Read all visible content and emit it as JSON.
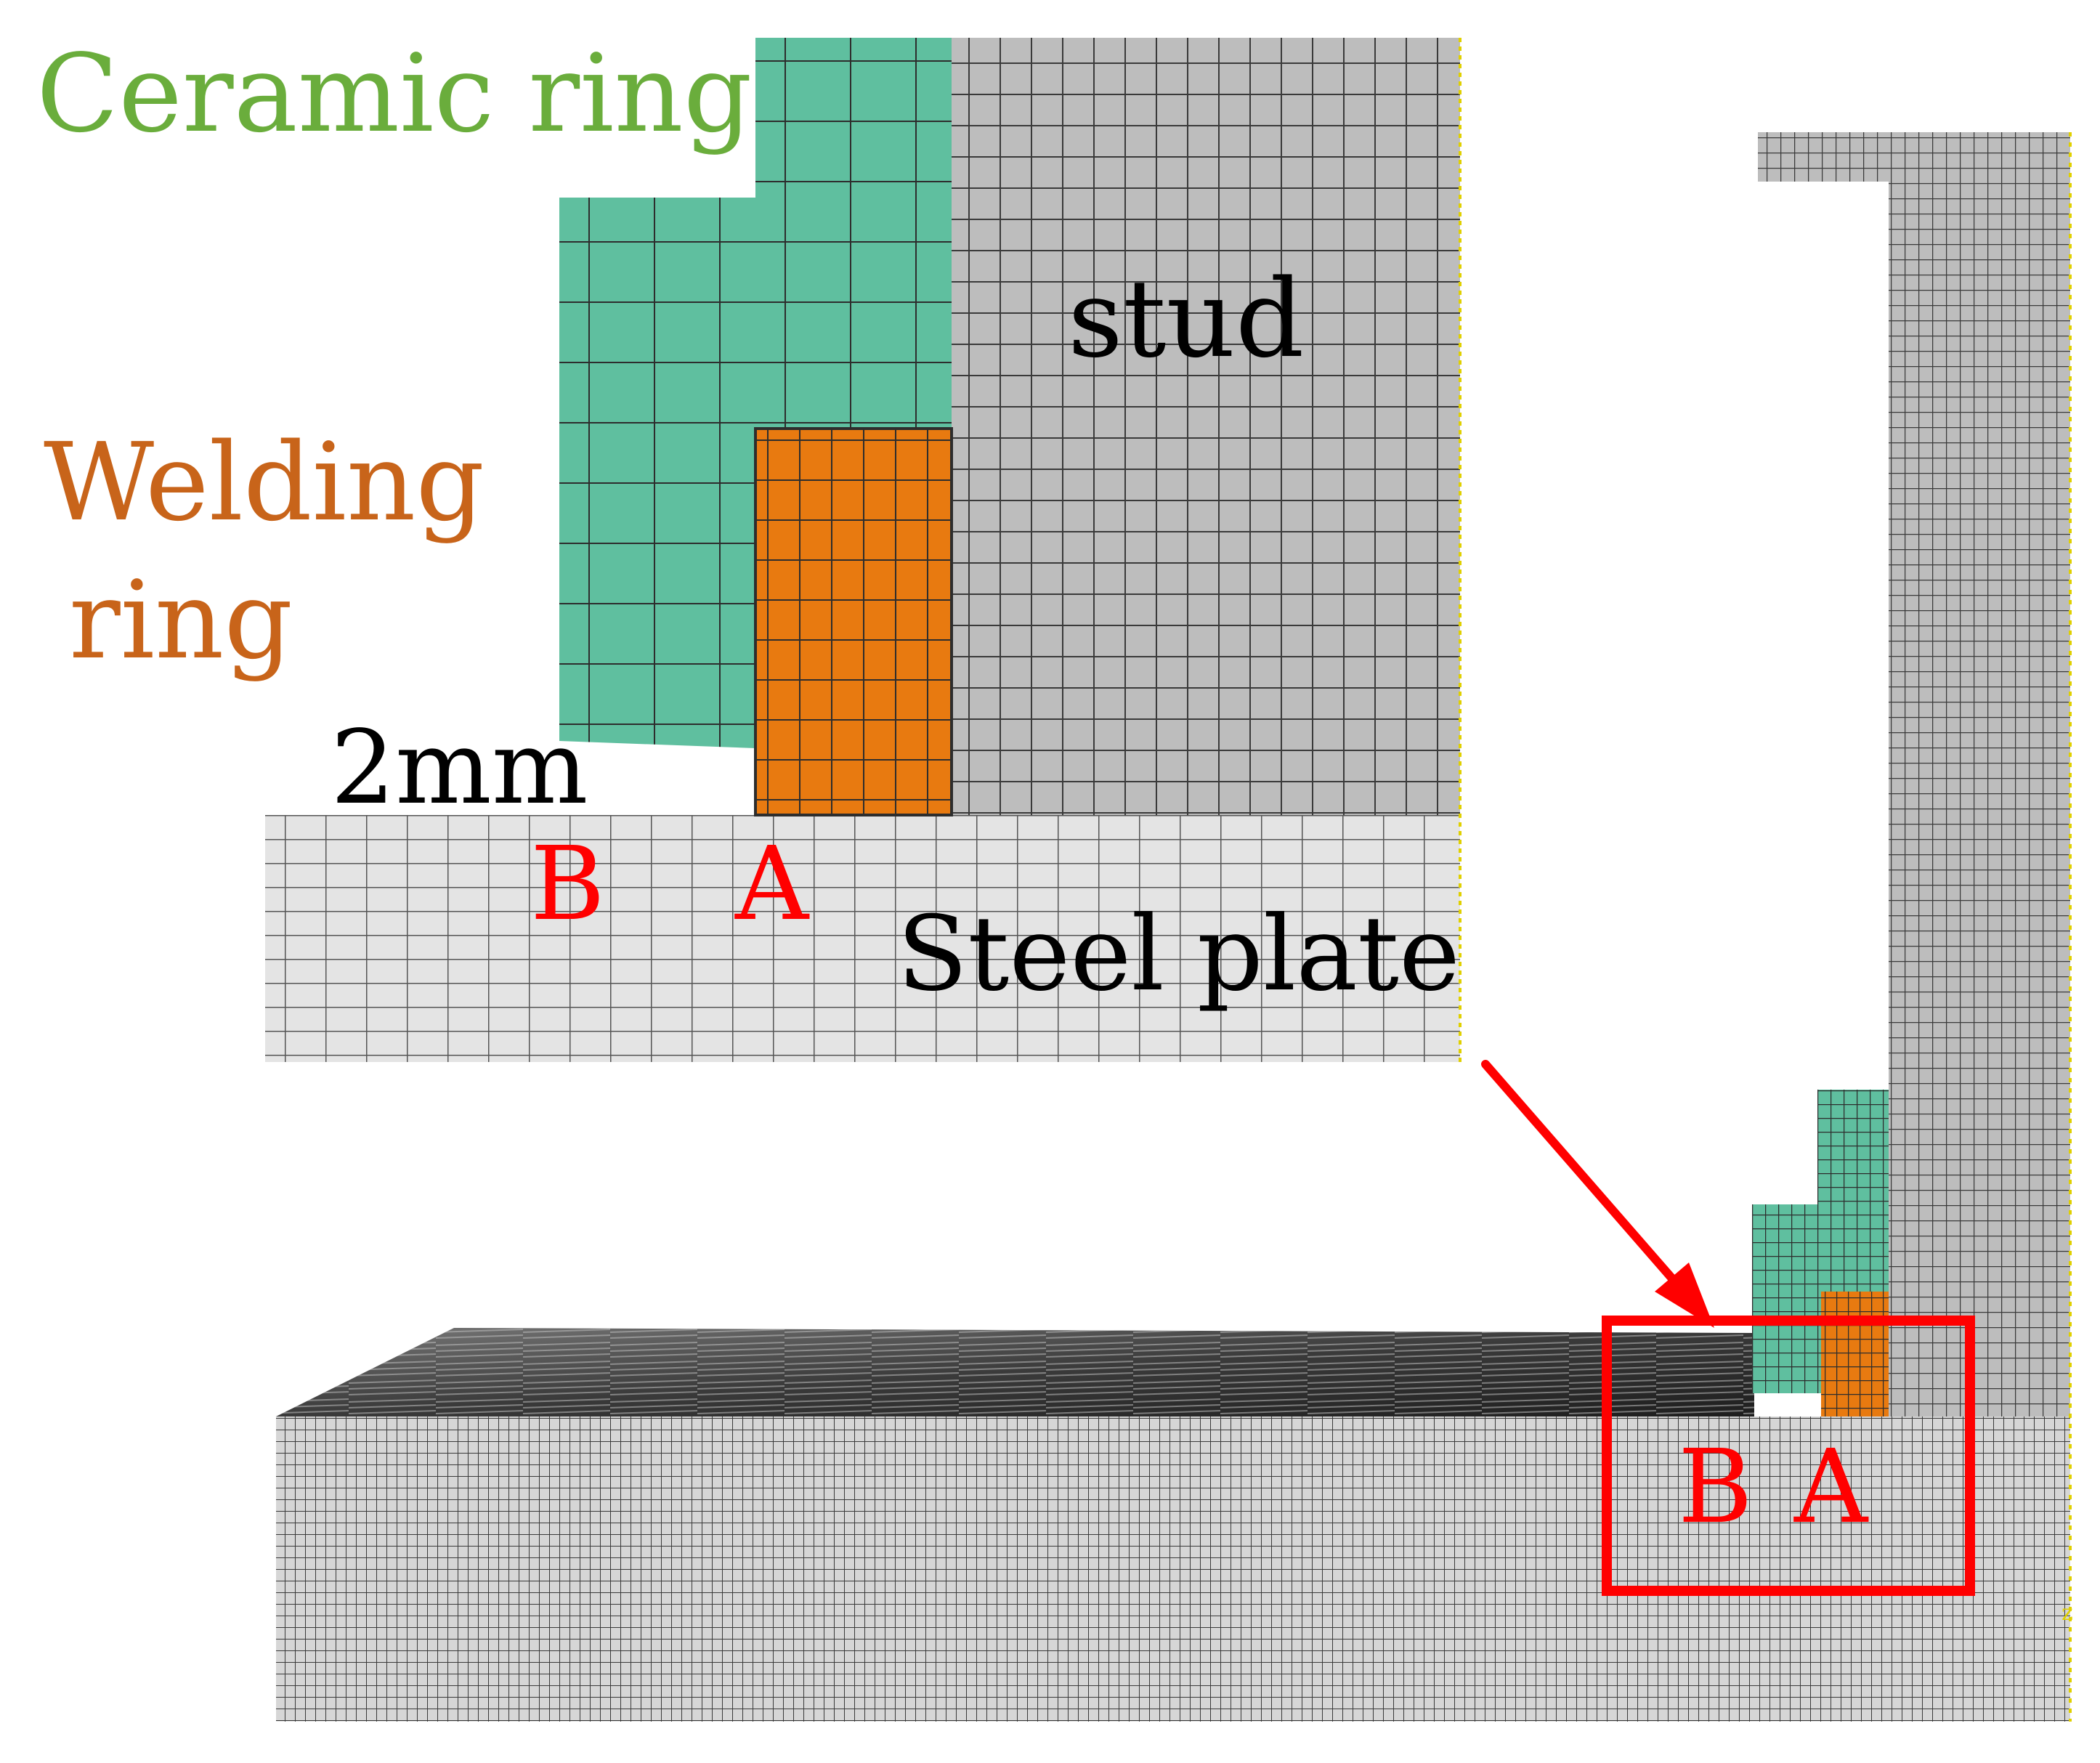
{
  "labels": {
    "ceramic_ring": "Ceramic ring",
    "welding_ring_line1": "Welding",
    "welding_ring_line2": "ring",
    "stud": "stud",
    "gap": "2mm",
    "point_b": "B",
    "point_a": "A",
    "steel_plate": "Steel plate",
    "overview_point_b": "B",
    "overview_point_a": "A",
    "axis_mark": "z"
  },
  "colors": {
    "ceramic": "#5fbf9f",
    "welding": "#e87a10",
    "stud": "#bdbdbd",
    "plate_zoom": "#e4e4e4",
    "mesh_line": "#3a3a3a",
    "highlight": "#ff0000",
    "ceramic_text": "#6aad3c",
    "welding_text": "#c8641a",
    "axis": "#e0d000"
  },
  "icons": {
    "zoom_arrow": "red-arrow-icon",
    "zoom_box": "red-rectangle"
  }
}
